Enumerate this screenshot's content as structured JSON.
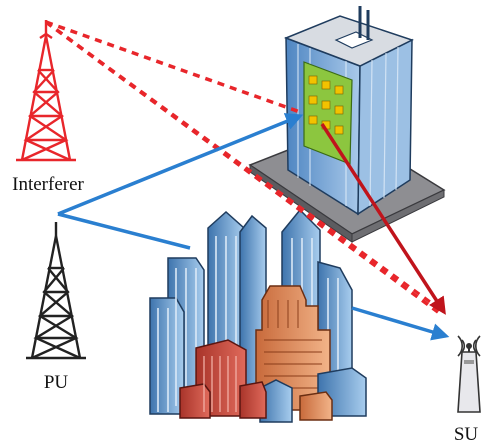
{
  "labels": {
    "interferer": "Interferer",
    "pu": "PU",
    "su": "SU"
  },
  "colors": {
    "interferer_tower": "#e8262b",
    "interference_link": "#e8262b",
    "pu_tower": "#222222",
    "pu_link": "#2a7fd0",
    "reflection_link": "#c0141c",
    "building_glass": "#6fa3d6",
    "building_window_panel": "#8cc63f",
    "building_window": "#f2c200",
    "city_blue": "#7fb0dc",
    "city_orange": "#e9925d",
    "city_red": "#d24a3c"
  },
  "icons": {
    "interferer": "transmission-tower-icon",
    "pu": "transmission-tower-icon",
    "su": "wireless-receiver-icon",
    "office": "office-building-icon",
    "city": "city-skyline-icon"
  }
}
